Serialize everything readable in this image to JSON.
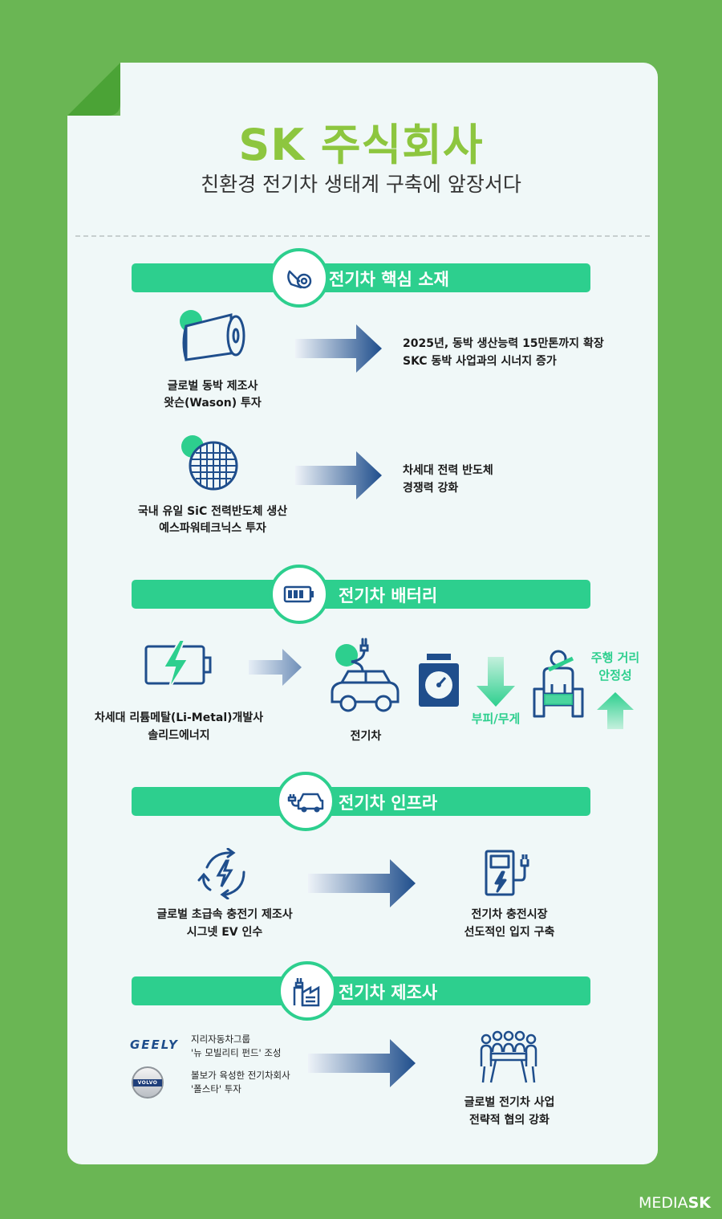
{
  "header": {
    "title": "SK 주식회사",
    "subtitle": "친환경 전기차 생태계 구축에 앞장서다"
  },
  "sections": [
    {
      "heading": "전기차 핵심 소재",
      "items": [
        {
          "left": [
            "글로벌 동박 제조사",
            "왓슨(Wason) 투자"
          ],
          "right": [
            "2025년, 동박 생산능력 15만톤까지 확장",
            "SKC 동박 사업과의 시너지 증가"
          ]
        },
        {
          "left": [
            "국내 유일 SiC 전력반도체 생산",
            "예스파워테크닉스 투자"
          ],
          "right": [
            "차세대 전력 반도체",
            "경쟁력 강화"
          ]
        }
      ]
    },
    {
      "heading": "전기차 배터리",
      "left": [
        "차세대 리튬메탈(Li-Metal)개발사",
        "솔리드에너지"
      ],
      "car_label": "전기차",
      "down_label": "부피/무게",
      "up_label": [
        "주행 거리",
        "안정성"
      ]
    },
    {
      "heading": "전기차 인프라",
      "left": [
        "글로벌 초급속 충전기 제조사",
        "시그넷 EV 인수"
      ],
      "right": [
        "전기차 충전시장",
        "선도적인 입지 구축"
      ]
    },
    {
      "heading": "전기차 제조사",
      "geely_logo": "GEELY",
      "volvo_logo": "VOLVO",
      "geely_text": [
        "지리자동차그룹",
        "'뉴 모빌리티 펀드' 조성"
      ],
      "volvo_text": [
        "볼보가 육성한 전기차회사",
        "'폴스타' 투자"
      ],
      "right": [
        "글로벌 전기차 사업",
        "전략적 협의 강화"
      ]
    }
  ],
  "footer": {
    "media": "MEDIA",
    "brand": "SK"
  },
  "colors": {
    "background": "#6ab654",
    "accent": "#2dcf8e",
    "title": "#8dc63f",
    "navy": "#1f4e8c"
  }
}
